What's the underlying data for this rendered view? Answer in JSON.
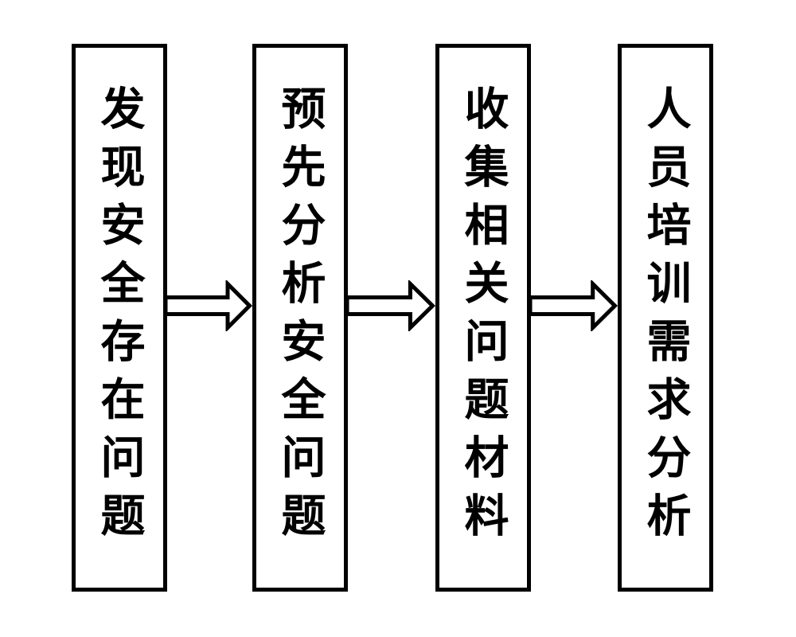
{
  "diagram": {
    "background_color": "#ffffff",
    "line_color": "#000000",
    "steps": [
      {
        "label": "发现安全存在问题"
      },
      {
        "label": "预先分析安全问题"
      },
      {
        "label": "收集相关问题材料"
      },
      {
        "label": "人员培训需求分析"
      }
    ],
    "connectors": [
      {
        "from": 1,
        "to": 2,
        "type": "hollow-right-arrow"
      },
      {
        "from": 2,
        "to": 3,
        "type": "hollow-right-arrow"
      },
      {
        "from": 3,
        "to": 4,
        "type": "hollow-right-arrow"
      }
    ]
  }
}
